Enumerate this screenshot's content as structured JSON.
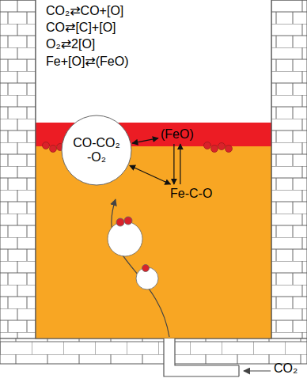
{
  "diagram": {
    "nodes": [
      {
        "text": [
          "(FeO)"
        ]
      },
      {
        "text": [
          "CO-CO₂ -O₂"
        ]
      },
      {
        "text": [
          "Fe-C-O"
        ]
      }
    ],
    "edges": [
      {
        "from": 1,
        "to": 0,
        "arrow": "both"
      },
      {
        "from": 1,
        "to": 2,
        "arrow": "both"
      },
      {
        "from": 0,
        "to": 2,
        "arrow": "to"
      },
      {
        "from": 2,
        "to": 0,
        "arrow": "to"
      }
    ],
    "labels": [
      "CO₂⇄CO+[O]",
      "CO⇄[C]+[O]",
      "O₂⇄2[O]",
      "Fe+[O]⇄(FeO)",
      "CO₂"
    ]
  }
}
